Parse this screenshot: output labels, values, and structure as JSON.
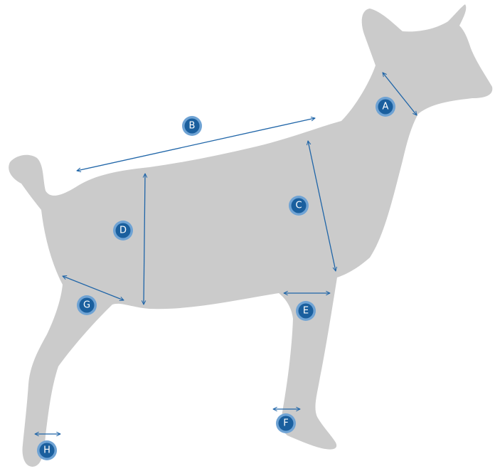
{
  "colors": {
    "silhouette": "#cbcbcb",
    "accent": "#1f65a8",
    "marker_fill": "#1a5f9e",
    "marker_ring": "#6fa3d4",
    "marker_text": "#ffffff"
  },
  "markers": {
    "a": "A",
    "b": "B",
    "c": "C",
    "d": "D",
    "e": "E",
    "f": "F",
    "g": "G",
    "h": "H"
  }
}
